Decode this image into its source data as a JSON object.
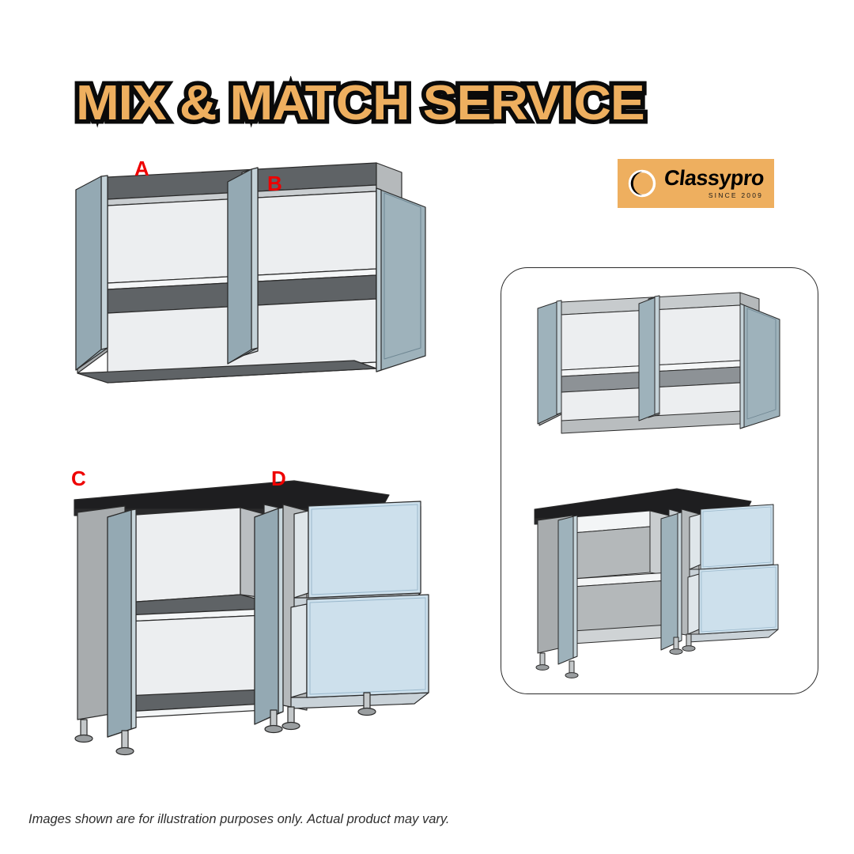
{
  "header": {
    "title": "MIX & MATCH SERVICE",
    "title_fill_color": "#eeaf5f",
    "title_stroke_color": "#0a0a0a",
    "logo": {
      "badge_color": "#eeaf5f",
      "mark_icon": "classypro-crescent-circle-icon",
      "wordmark": "Classypro",
      "tagline": "SINCE 2009"
    }
  },
  "labels": {
    "a": "A",
    "b": "B",
    "c": "C",
    "d": "D",
    "color": "#ee0000"
  },
  "figures": {
    "wall_unit_main": {
      "name": "Wall cabinet, two open doors, one shelf",
      "door_labels": [
        "A",
        "B"
      ],
      "doors": 3,
      "shelves": 1
    },
    "base_unit_main": {
      "name": "Base cabinet with worktop, open door and two open drawers",
      "door_labels": [
        "C",
        "D"
      ],
      "doors": 2,
      "drawers": 2,
      "shelves": 1,
      "legs": 5
    },
    "wall_unit_inset": {
      "name": "Wall cabinet, two open doors, one shelf",
      "doors": 3,
      "shelves": 1
    },
    "base_unit_inset": {
      "name": "Base cabinet with worktop, open door and two open drawers",
      "doors": 2,
      "drawers": 2,
      "shelves": 1,
      "legs": 4
    }
  },
  "palette": {
    "door_face": "#9eb2bb",
    "door_face_dark": "#8ba1ac",
    "carcass_side": "#a8acae",
    "carcass_interior": "#eceef0",
    "shelf_top": "#5f6366",
    "shelf_front": "#8d9296",
    "drawer_front": "#cde0ec",
    "worktop": "#1e1e20",
    "outline": "#2b2b2b",
    "background": "#ffffff",
    "inset_border": "#2b2b2b"
  },
  "footnote": {
    "text": "Images shown are for illustration purposes only. Actual product may vary."
  }
}
